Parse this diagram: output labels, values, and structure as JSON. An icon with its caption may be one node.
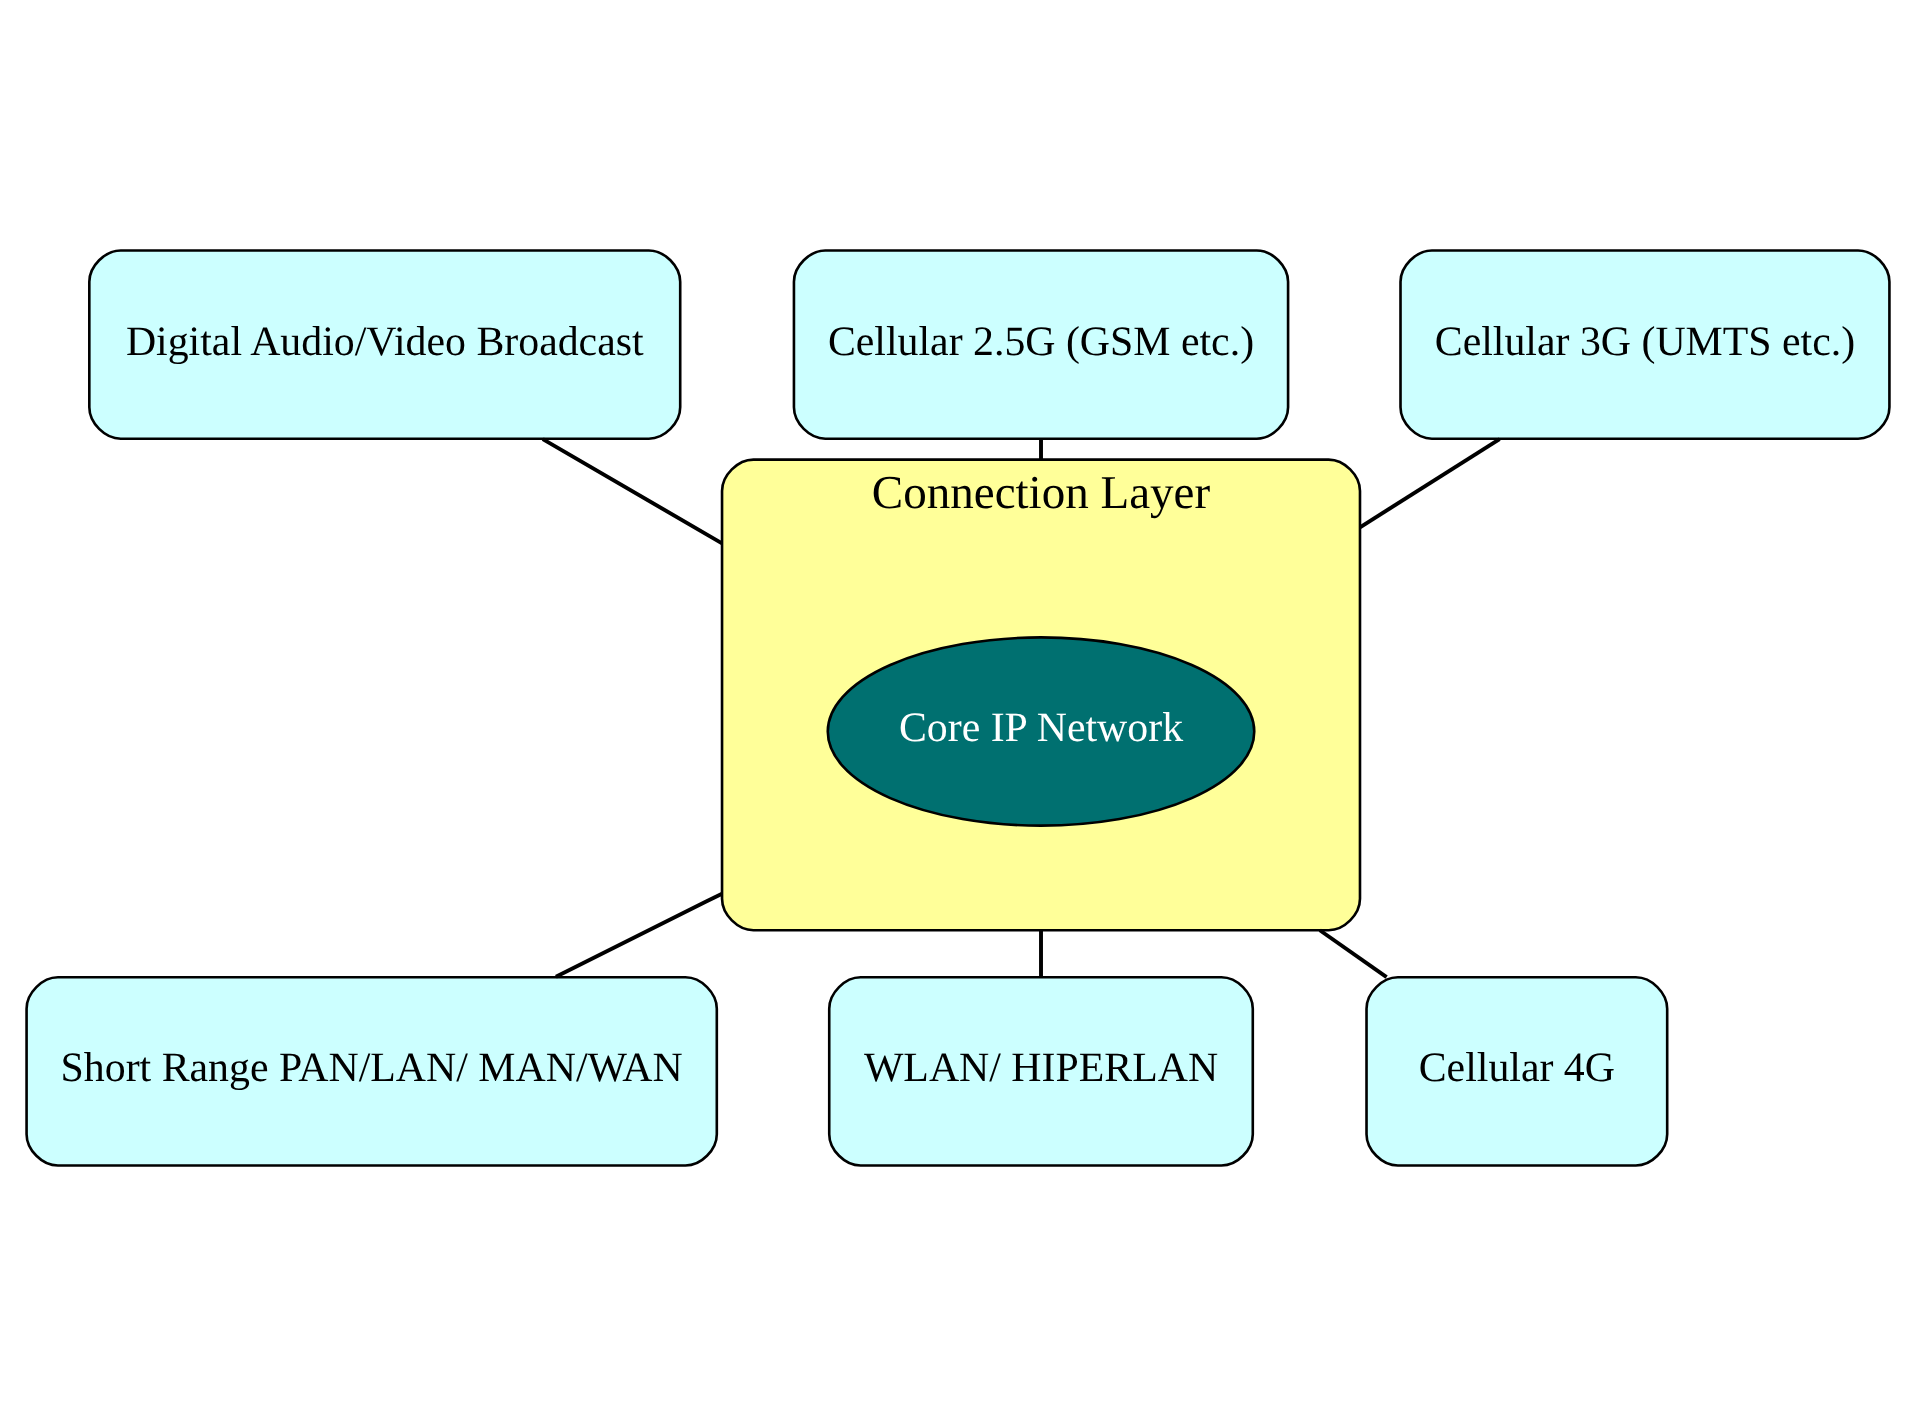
{
  "diagram": {
    "nodes": [
      {
        "text": [
          "Connection Layer"
        ]
      },
      {
        "text": [
          "Core IP Network"
        ],
        "in": 0
      },
      {
        "text": [
          "Digital Audio/Video Broadcast"
        ]
      },
      {
        "text": [
          "Cellular 2.5G (GSM etc.)"
        ]
      },
      {
        "text": [
          "Cellular 3G (UMTS etc.)"
        ]
      },
      {
        "text": [
          "Short Range PAN/LAN/ MAN/WAN"
        ]
      },
      {
        "text": [
          "WLAN/ HIPERLAN"
        ]
      },
      {
        "text": [
          "Cellular 4G"
        ]
      }
    ],
    "edges": [
      {
        "from": 2,
        "to": 0,
        "arrow": "none"
      },
      {
        "from": 3,
        "to": 0,
        "arrow": "none"
      },
      {
        "from": 4,
        "to": 0,
        "arrow": "none"
      },
      {
        "from": 5,
        "to": 0,
        "arrow": "none"
      },
      {
        "from": 6,
        "to": 0,
        "arrow": "none"
      },
      {
        "from": 7,
        "to": 0,
        "arrow": "none"
      }
    ]
  }
}
